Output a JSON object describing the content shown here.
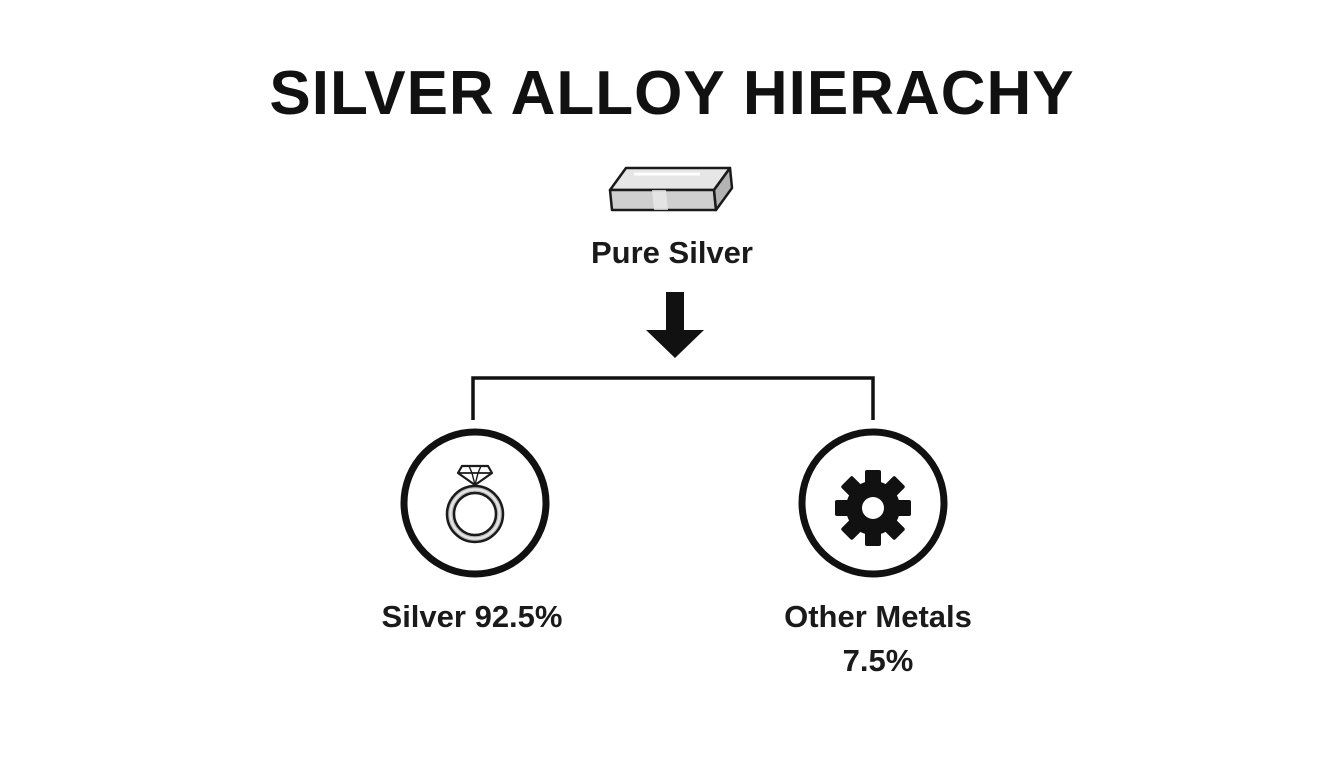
{
  "diagram": {
    "title": "SILVER ALLOY HIERACHY",
    "root": {
      "label": "Pure Silver",
      "icon": "silver-bar-icon"
    },
    "children": [
      {
        "label": "Silver 92.5%",
        "icon": "ring-icon"
      },
      {
        "label_line1": "Other Metals",
        "label_line2": "7.5%",
        "icon": "gear-icon"
      }
    ]
  }
}
